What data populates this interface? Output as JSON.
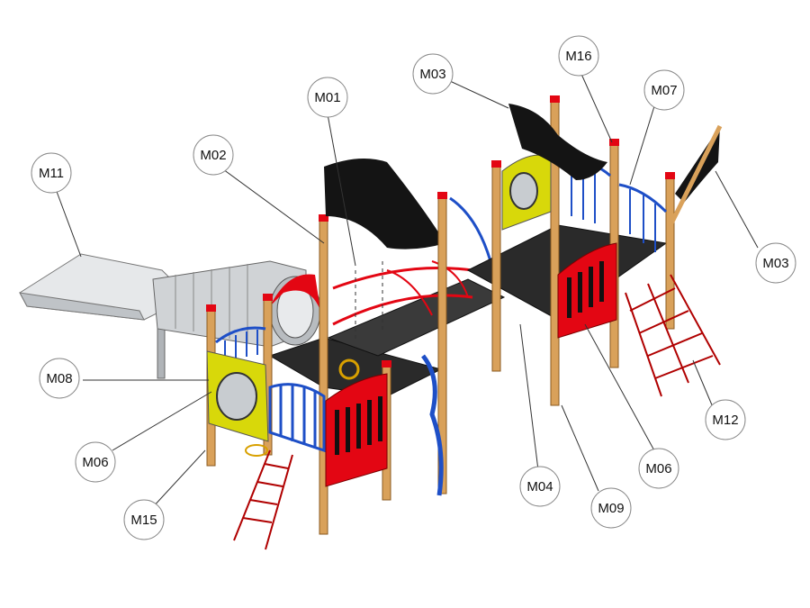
{
  "diagram": {
    "colors": {
      "red": "#e30613",
      "yellow": "#d8d80a",
      "blue": "#1e4fc7",
      "black": "#141414",
      "wood": "#d9a15a",
      "steel": "#c4c8cc",
      "deck": "#2a2a2a"
    },
    "callouts": [
      {
        "id": "m01",
        "label": "M01"
      },
      {
        "id": "m02",
        "label": "M02"
      },
      {
        "id": "m03a",
        "label": "M03"
      },
      {
        "id": "m16",
        "label": "M16"
      },
      {
        "id": "m07",
        "label": "M07"
      },
      {
        "id": "m11",
        "label": "M11"
      },
      {
        "id": "m03b",
        "label": "M03"
      },
      {
        "id": "m08",
        "label": "M08"
      },
      {
        "id": "m06a",
        "label": "M06"
      },
      {
        "id": "m12",
        "label": "M12"
      },
      {
        "id": "m06b",
        "label": "M06"
      },
      {
        "id": "m04",
        "label": "M04"
      },
      {
        "id": "m09",
        "label": "M09"
      },
      {
        "id": "m15",
        "label": "M15"
      }
    ]
  }
}
